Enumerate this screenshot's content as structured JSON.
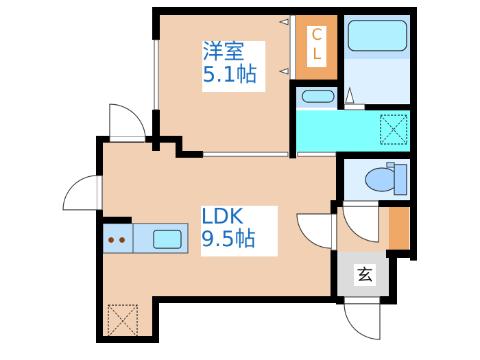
{
  "floor_plan": {
    "rooms": [
      {
        "id": "western-room",
        "name": "洋室",
        "size": "5.1帖"
      },
      {
        "id": "ldk",
        "name": "LDK",
        "size": "9.5帖"
      },
      {
        "id": "closet",
        "name": "CL",
        "chars": [
          "C",
          "L"
        ]
      },
      {
        "id": "entrance",
        "name": "玄"
      },
      {
        "id": "bathroom",
        "name": ""
      },
      {
        "id": "washroom",
        "name": ""
      },
      {
        "id": "toilet",
        "name": ""
      }
    ],
    "colors": {
      "wall": "#000000",
      "room_floor": "#f2d0b4",
      "closet": "#f0a868",
      "wet_area_light": "#bfe0fa",
      "wet_area_pale": "#ddf0ff",
      "washroom": "#80ffff",
      "entrance": "#dcdcdc",
      "label_blue": "#1a6fc0",
      "label_orange": "#e88a2e"
    }
  }
}
